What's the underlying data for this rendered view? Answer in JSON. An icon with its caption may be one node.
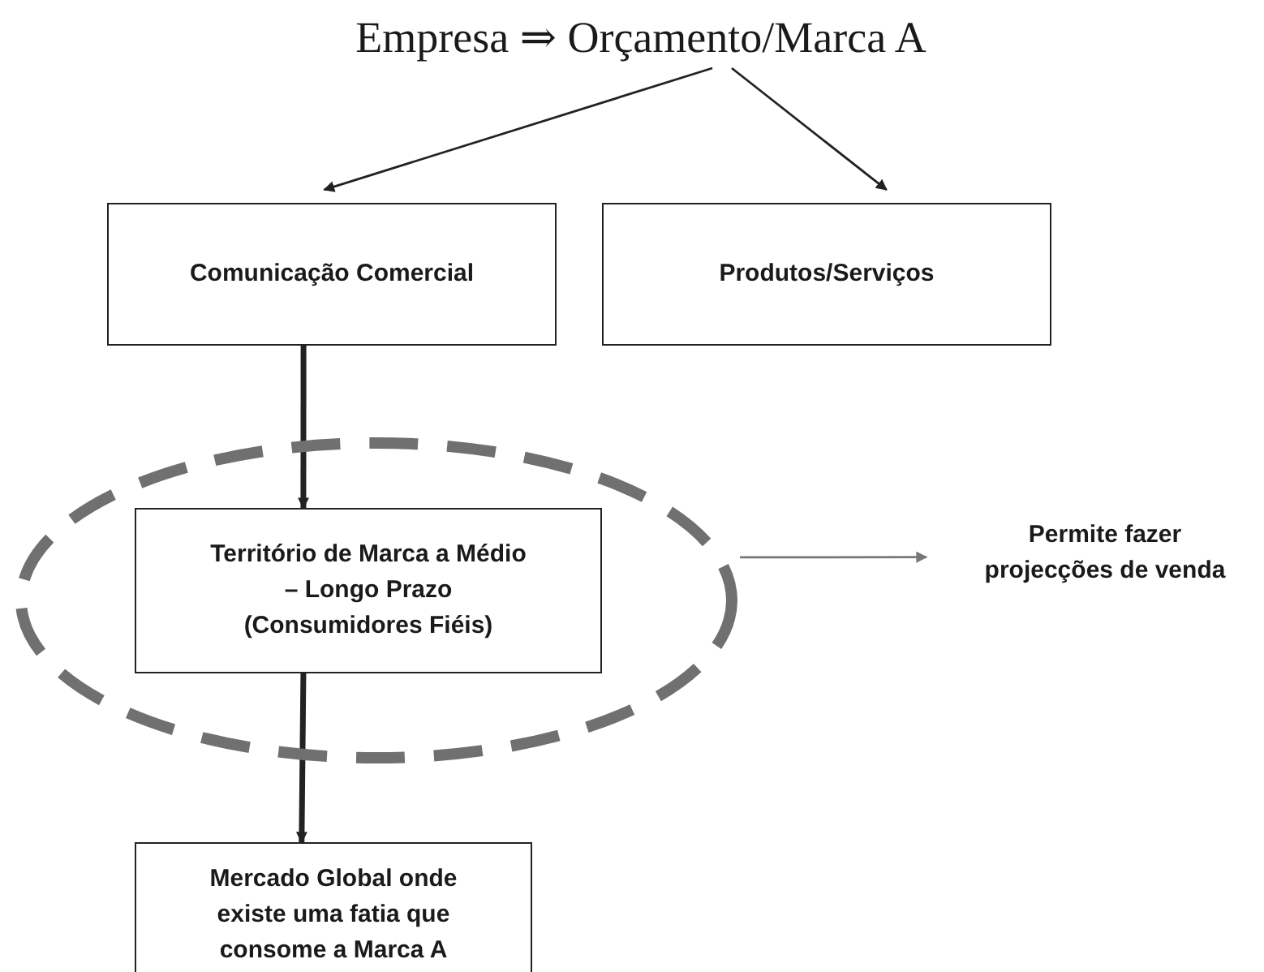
{
  "diagram": {
    "nodes": [
      {
        "text": [
          "Empresa ⇒ Orçamento/Marca A"
        ]
      },
      {
        "text": [
          "Comunicação Comercial"
        ]
      },
      {
        "text": [
          "Produtos/Serviços"
        ]
      },
      {
        "text": [],
        "shape": "ellipse"
      },
      {
        "text": [
          "Território de Marca a Médio –  Longo Prazo (Consumidores Fiéis)"
        ],
        "in": 3
      },
      {
        "text": [
          "Permite fazer projecções de venda"
        ]
      },
      {
        "text": [
          "Mercado Global onde existe uma fatia que consome a Marca A"
        ]
      }
    ],
    "edges": [
      {
        "from": 0,
        "to": 1,
        "arrow": "to"
      },
      {
        "from": 0,
        "to": 2,
        "arrow": "to"
      },
      {
        "from": 1,
        "to": 4,
        "arrow": "to",
        "style": "thick"
      },
      {
        "from": 3,
        "to": 5,
        "arrow": "to",
        "color": "#777777"
      },
      {
        "from": 4,
        "to": 6,
        "arrow": "to",
        "style": "thick"
      }
    ]
  }
}
